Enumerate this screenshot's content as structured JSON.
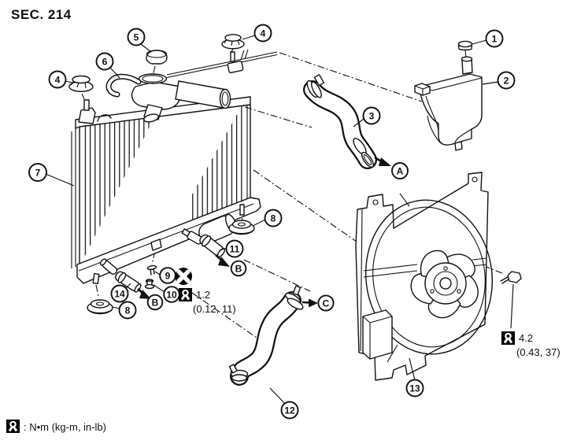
{
  "title": "SEC. 214",
  "callouts": [
    "1",
    "2",
    "3",
    "4",
    "5",
    "6",
    "7",
    "8",
    "9",
    "10",
    "11",
    "12",
    "13",
    "14"
  ],
  "letters": [
    "A",
    "B",
    "C"
  ],
  "torque_specs": [
    {
      "value": "1.2",
      "detail": "(0.12, 11)"
    },
    {
      "value": "4.2",
      "detail": "(0.43, 37)"
    }
  ],
  "legend_text": ": N•m (kg-m, in-lb)"
}
